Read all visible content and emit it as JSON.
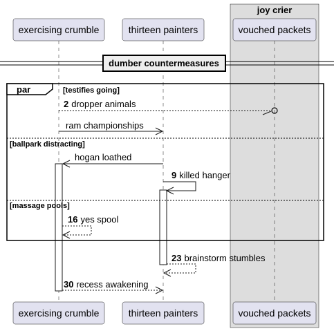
{
  "group_box": {
    "title": "joy crier"
  },
  "participants": [
    {
      "name": "exercising crumble"
    },
    {
      "name": "thirteen painters"
    },
    {
      "name": "vouched packets"
    }
  ],
  "divider": {
    "label": "dumber countermeasures"
  },
  "fragment": {
    "operator": "par",
    "sections": [
      {
        "guard": "[testifies going]"
      },
      {
        "guard": "[ballpark distracting]"
      },
      {
        "guard": "[massage pools]"
      }
    ]
  },
  "messages": [
    {
      "num": "2",
      "text": "dropper animals"
    },
    {
      "num": "",
      "text": "ram championships"
    },
    {
      "num": "",
      "text": "hogan loathed"
    },
    {
      "num": "9",
      "text": "killed hanger"
    },
    {
      "num": "16",
      "text": "yes spool"
    },
    {
      "num": "23",
      "text": "brainstorm stumbles"
    },
    {
      "num": "30",
      "text": "recess awakening"
    }
  ]
}
